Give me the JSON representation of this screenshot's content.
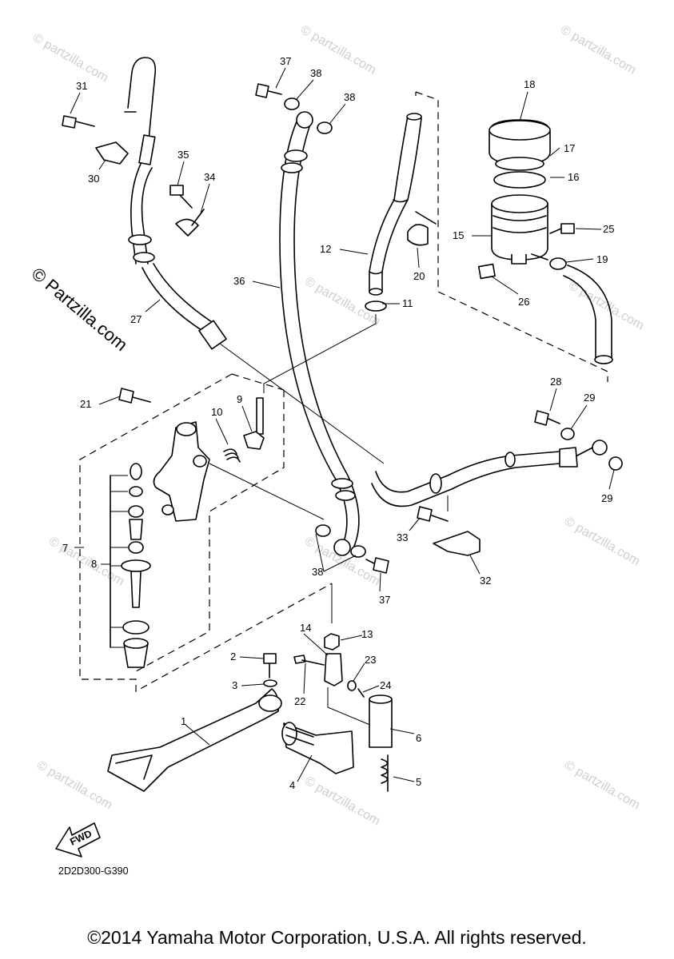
{
  "watermark": {
    "text": "© Partzilla.com",
    "repeat_text": "© partzilla.com"
  },
  "diagram_code": "2D2D300-G390",
  "fwd_label": "FWD",
  "copyright": "©2014 Yamaha Motor Corporation, U.S.A. All rights reserved.",
  "callouts": {
    "p1": "1",
    "p2": "2",
    "p3": "3",
    "p4": "4",
    "p5": "5",
    "p6": "6",
    "p7": "7",
    "p8": "8",
    "p9": "9",
    "p10": "10",
    "p11": "11",
    "p12": "12",
    "p13": "13",
    "p14": "14",
    "p15": "15",
    "p16": "16",
    "p17": "17",
    "p18": "18",
    "p19": "19",
    "p20": "20",
    "p21": "21",
    "p22": "22",
    "p23": "23",
    "p24": "24",
    "p25": "25",
    "p26": "26",
    "p27": "27",
    "p28": "28",
    "p29a": "29",
    "p29b": "29",
    "p30": "30",
    "p31": "31",
    "p32": "32",
    "p33": "33",
    "p34": "34",
    "p35": "35",
    "p36": "36",
    "p37a": "37",
    "p37b": "37",
    "p38a": "38",
    "p38b": "38",
    "p38c": "38"
  }
}
